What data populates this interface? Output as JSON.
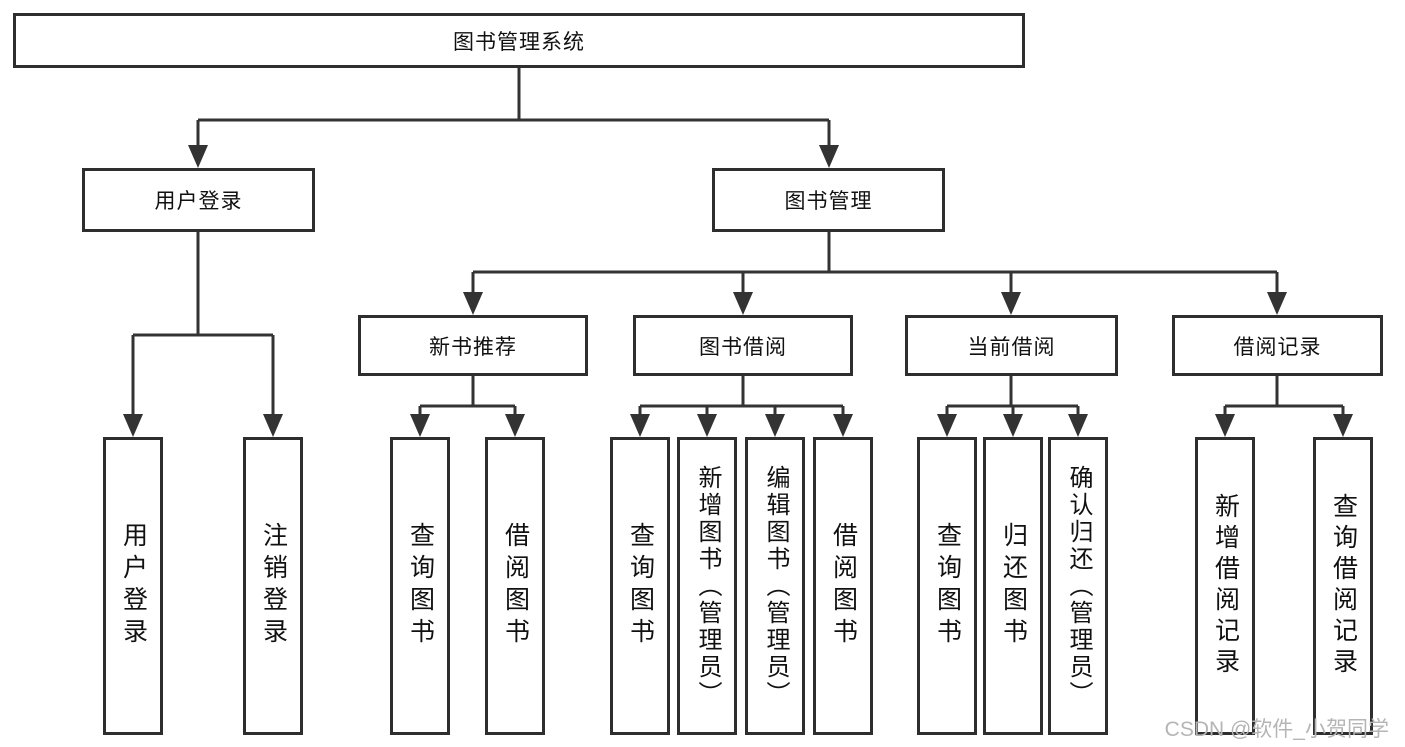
{
  "tree": {
    "root": {
      "label": "图书管理系统"
    },
    "branches": [
      {
        "label": "用户登录",
        "leaves": [
          {
            "label": "用户登录"
          },
          {
            "label": "注销登录"
          }
        ]
      },
      {
        "label": "图书管理",
        "groups": [
          {
            "label": "新书推荐",
            "leaves": [
              {
                "label": "查询图书"
              },
              {
                "label": "借阅图书"
              }
            ]
          },
          {
            "label": "图书借阅",
            "leaves": [
              {
                "label": "查询图书"
              },
              {
                "label": "新增图书（管理员）"
              },
              {
                "label": "编辑图书（管理员）"
              },
              {
                "label": "借阅图书"
              }
            ]
          },
          {
            "label": "当前借阅",
            "leaves": [
              {
                "label": "查询图书"
              },
              {
                "label": "归还图书"
              },
              {
                "label": "确认归还（管理员）"
              }
            ]
          },
          {
            "label": "借阅记录",
            "leaves": [
              {
                "label": "新增借阅记录"
              },
              {
                "label": "查询借阅记录"
              }
            ]
          }
        ]
      }
    ]
  },
  "watermark": "CSDN @软件_小贺同学",
  "colors": {
    "line": "#333333",
    "box_border": "#2e2e2e",
    "text": "#111111",
    "watermark": "#b5b5b5",
    "background": "#ffffff"
  }
}
